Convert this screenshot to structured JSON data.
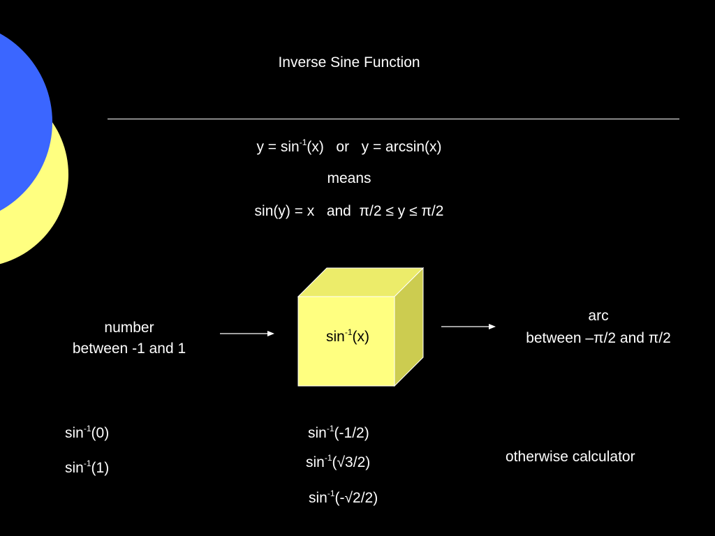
{
  "colors": {
    "background": "#000000",
    "text": "#ffffff",
    "circle_blue": "#3b66ff",
    "circle_yellow": "#ffff80",
    "cube_front": "#ffff80",
    "cube_top": "#ecec6a",
    "cube_side": "#cccc50"
  },
  "title": "Inverse Sine Function",
  "definition": {
    "line1": {
      "left_prefix": "y = sin",
      "left_sup": "-1",
      "left_suffix": "(x)",
      "or": "or",
      "right": "y = arcsin(x)"
    },
    "means": "means",
    "line3": {
      "lhs": "sin(y) = x",
      "and": "and",
      "rhs": "π/2 ≤ y ≤ π/2"
    }
  },
  "diagram": {
    "input_line1": "number",
    "input_line2": "between -1 and 1",
    "box_prefix": "sin",
    "box_sup": "-1",
    "box_suffix": "(x)",
    "output_line1": "arc",
    "output_line2": "between –π/2 and π/2"
  },
  "examples": [
    {
      "prefix": "sin",
      "sup": "-1",
      "arg": "(0)"
    },
    {
      "prefix": "sin",
      "sup": "-1",
      "arg": "(1)"
    },
    {
      "prefix": "sin",
      "sup": "-1",
      "arg": "(-1/2)"
    },
    {
      "prefix": "sin",
      "sup": "-1",
      "arg": "(√3/2)"
    },
    {
      "prefix": "sin",
      "sup": "-1",
      "arg": "(-√2/2)"
    }
  ],
  "note": "otherwise calculator"
}
